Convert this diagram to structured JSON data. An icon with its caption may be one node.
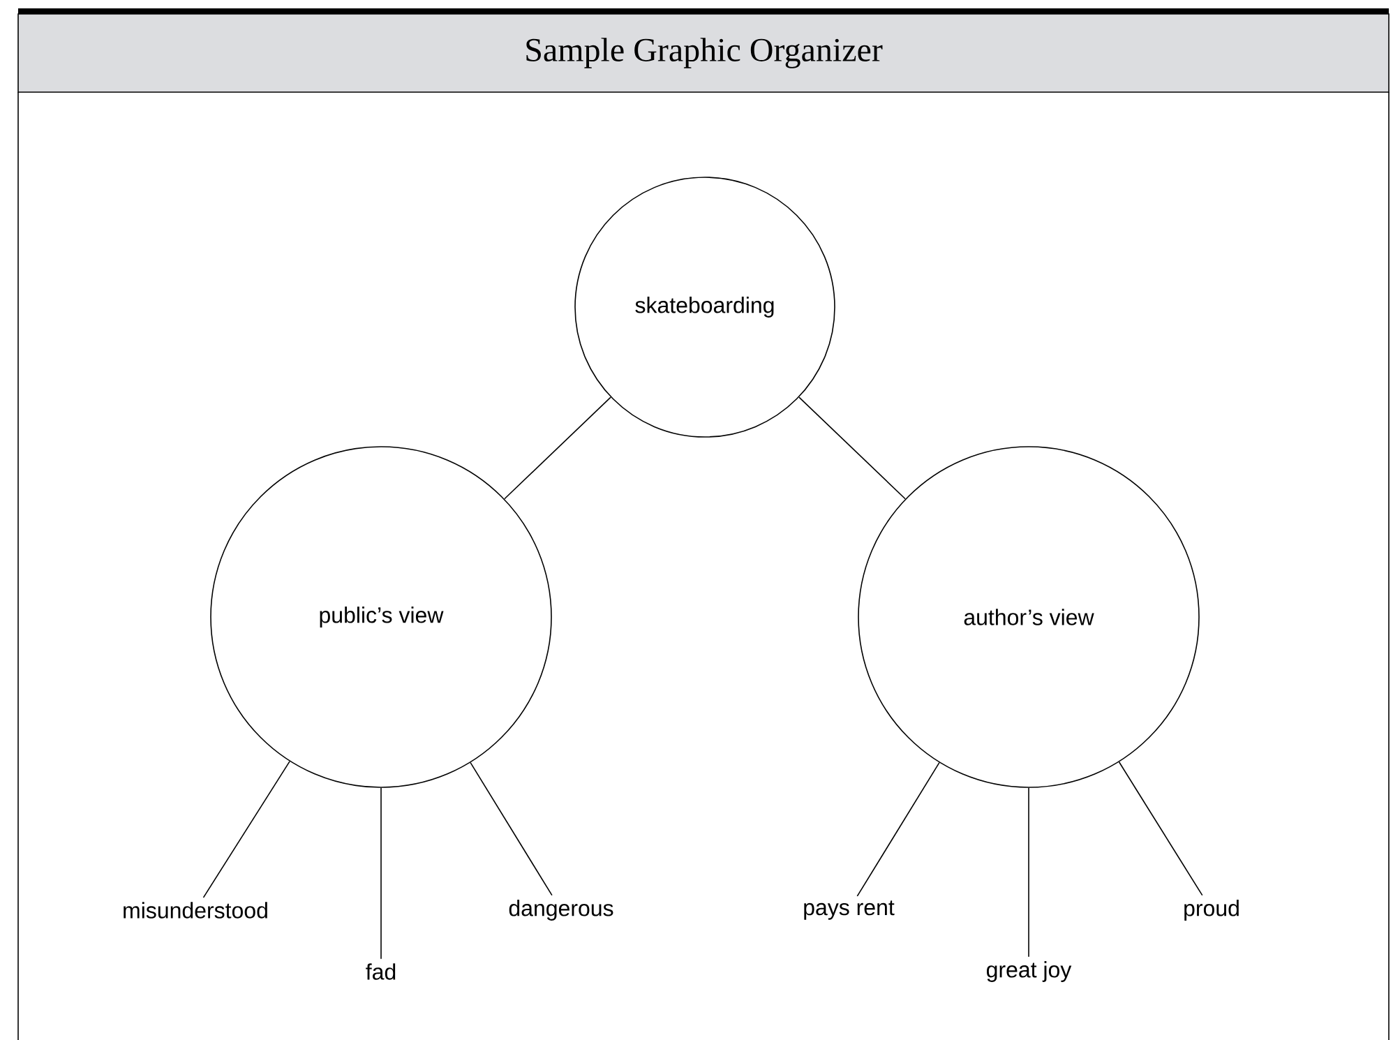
{
  "diagram": {
    "title": "Sample Graphic Organizer",
    "nodes": [
      {
        "text": [
          "skateboarding"
        ]
      },
      {
        "text": [
          "public’s view"
        ]
      },
      {
        "text": [
          "author’s view"
        ]
      },
      {
        "text": [
          "misunderstood"
        ]
      },
      {
        "text": [
          "fad"
        ]
      },
      {
        "text": [
          "dangerous"
        ]
      },
      {
        "text": [
          "pays rent"
        ]
      },
      {
        "text": [
          "great joy"
        ]
      },
      {
        "text": [
          "proud"
        ]
      }
    ],
    "edges": [
      {
        "from": 0,
        "to": 1,
        "arrow": "none"
      },
      {
        "from": 0,
        "to": 2,
        "arrow": "none"
      },
      {
        "from": 1,
        "to": 3,
        "arrow": "none"
      },
      {
        "from": 1,
        "to": 4,
        "arrow": "none"
      },
      {
        "from": 1,
        "to": 5,
        "arrow": "none"
      },
      {
        "from": 2,
        "to": 6,
        "arrow": "none"
      },
      {
        "from": 2,
        "to": 7,
        "arrow": "none"
      },
      {
        "from": 2,
        "to": 8,
        "arrow": "none"
      }
    ]
  }
}
